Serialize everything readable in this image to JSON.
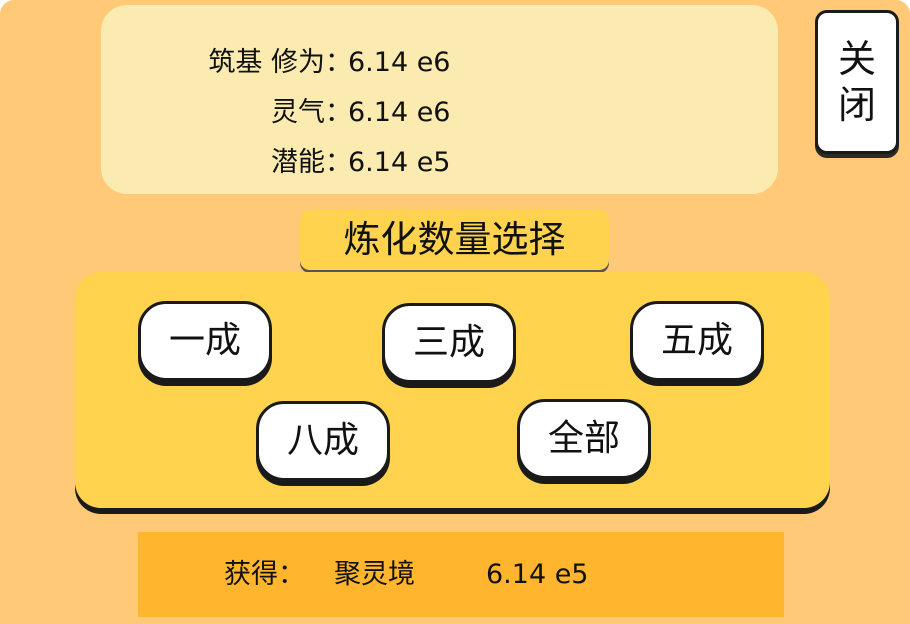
{
  "stats": [
    {
      "label": "筑基 修为：",
      "value": "6.14 e6"
    },
    {
      "label": "灵气：",
      "value": "6.14 e6"
    },
    {
      "label": "潜能：",
      "value": "6.14 e5"
    }
  ],
  "close_button": {
    "line1": "关",
    "line2": "闭"
  },
  "section_title": "炼化数量选择",
  "options": [
    "一成",
    "三成",
    "五成",
    "八成",
    "全部"
  ],
  "gain": {
    "label": "获得：",
    "realm": "聚灵境",
    "value": "6.14 e5"
  },
  "colors": {
    "panel_bg": "#ffc978",
    "stats_bg": "#fcebb0",
    "options_bg": "#ffd34d",
    "gain_bg": "#ffb62e"
  }
}
